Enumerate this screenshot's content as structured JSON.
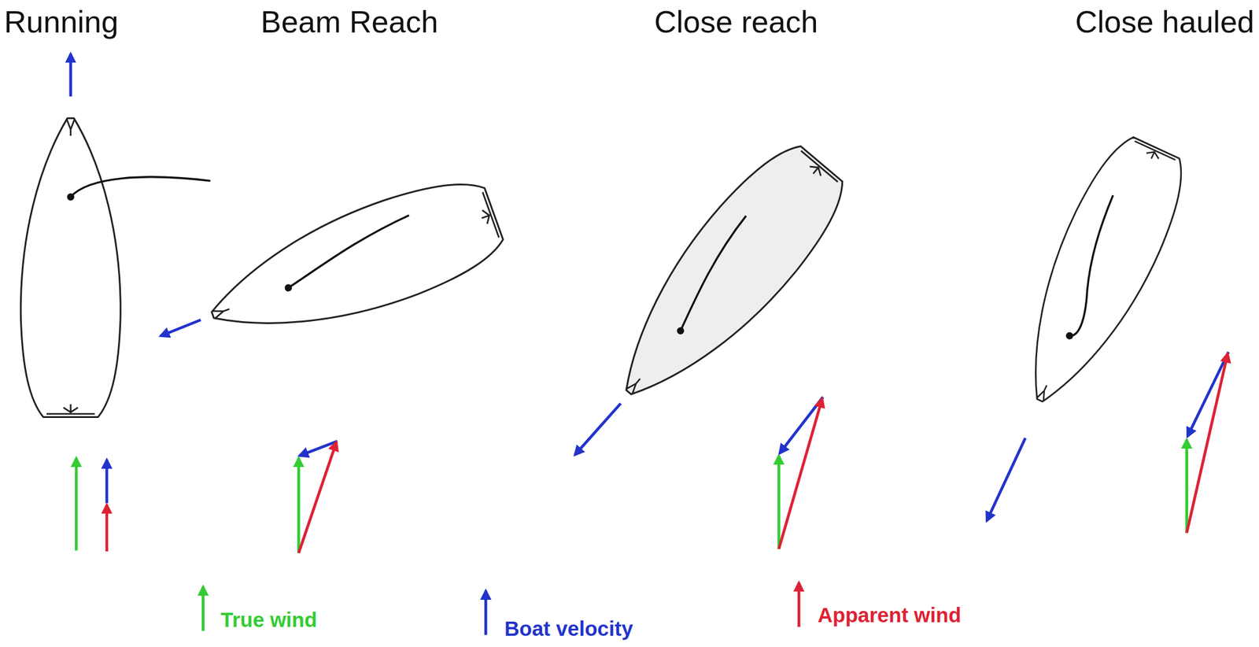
{
  "diagram": {
    "labels": [
      "Running",
      "Beam Reach",
      "Close reach",
      "Close hauled"
    ],
    "legend": [
      {
        "text": "True wind"
      },
      {
        "text": "Boat velocity"
      },
      {
        "text": "Apparent wind"
      }
    ]
  }
}
